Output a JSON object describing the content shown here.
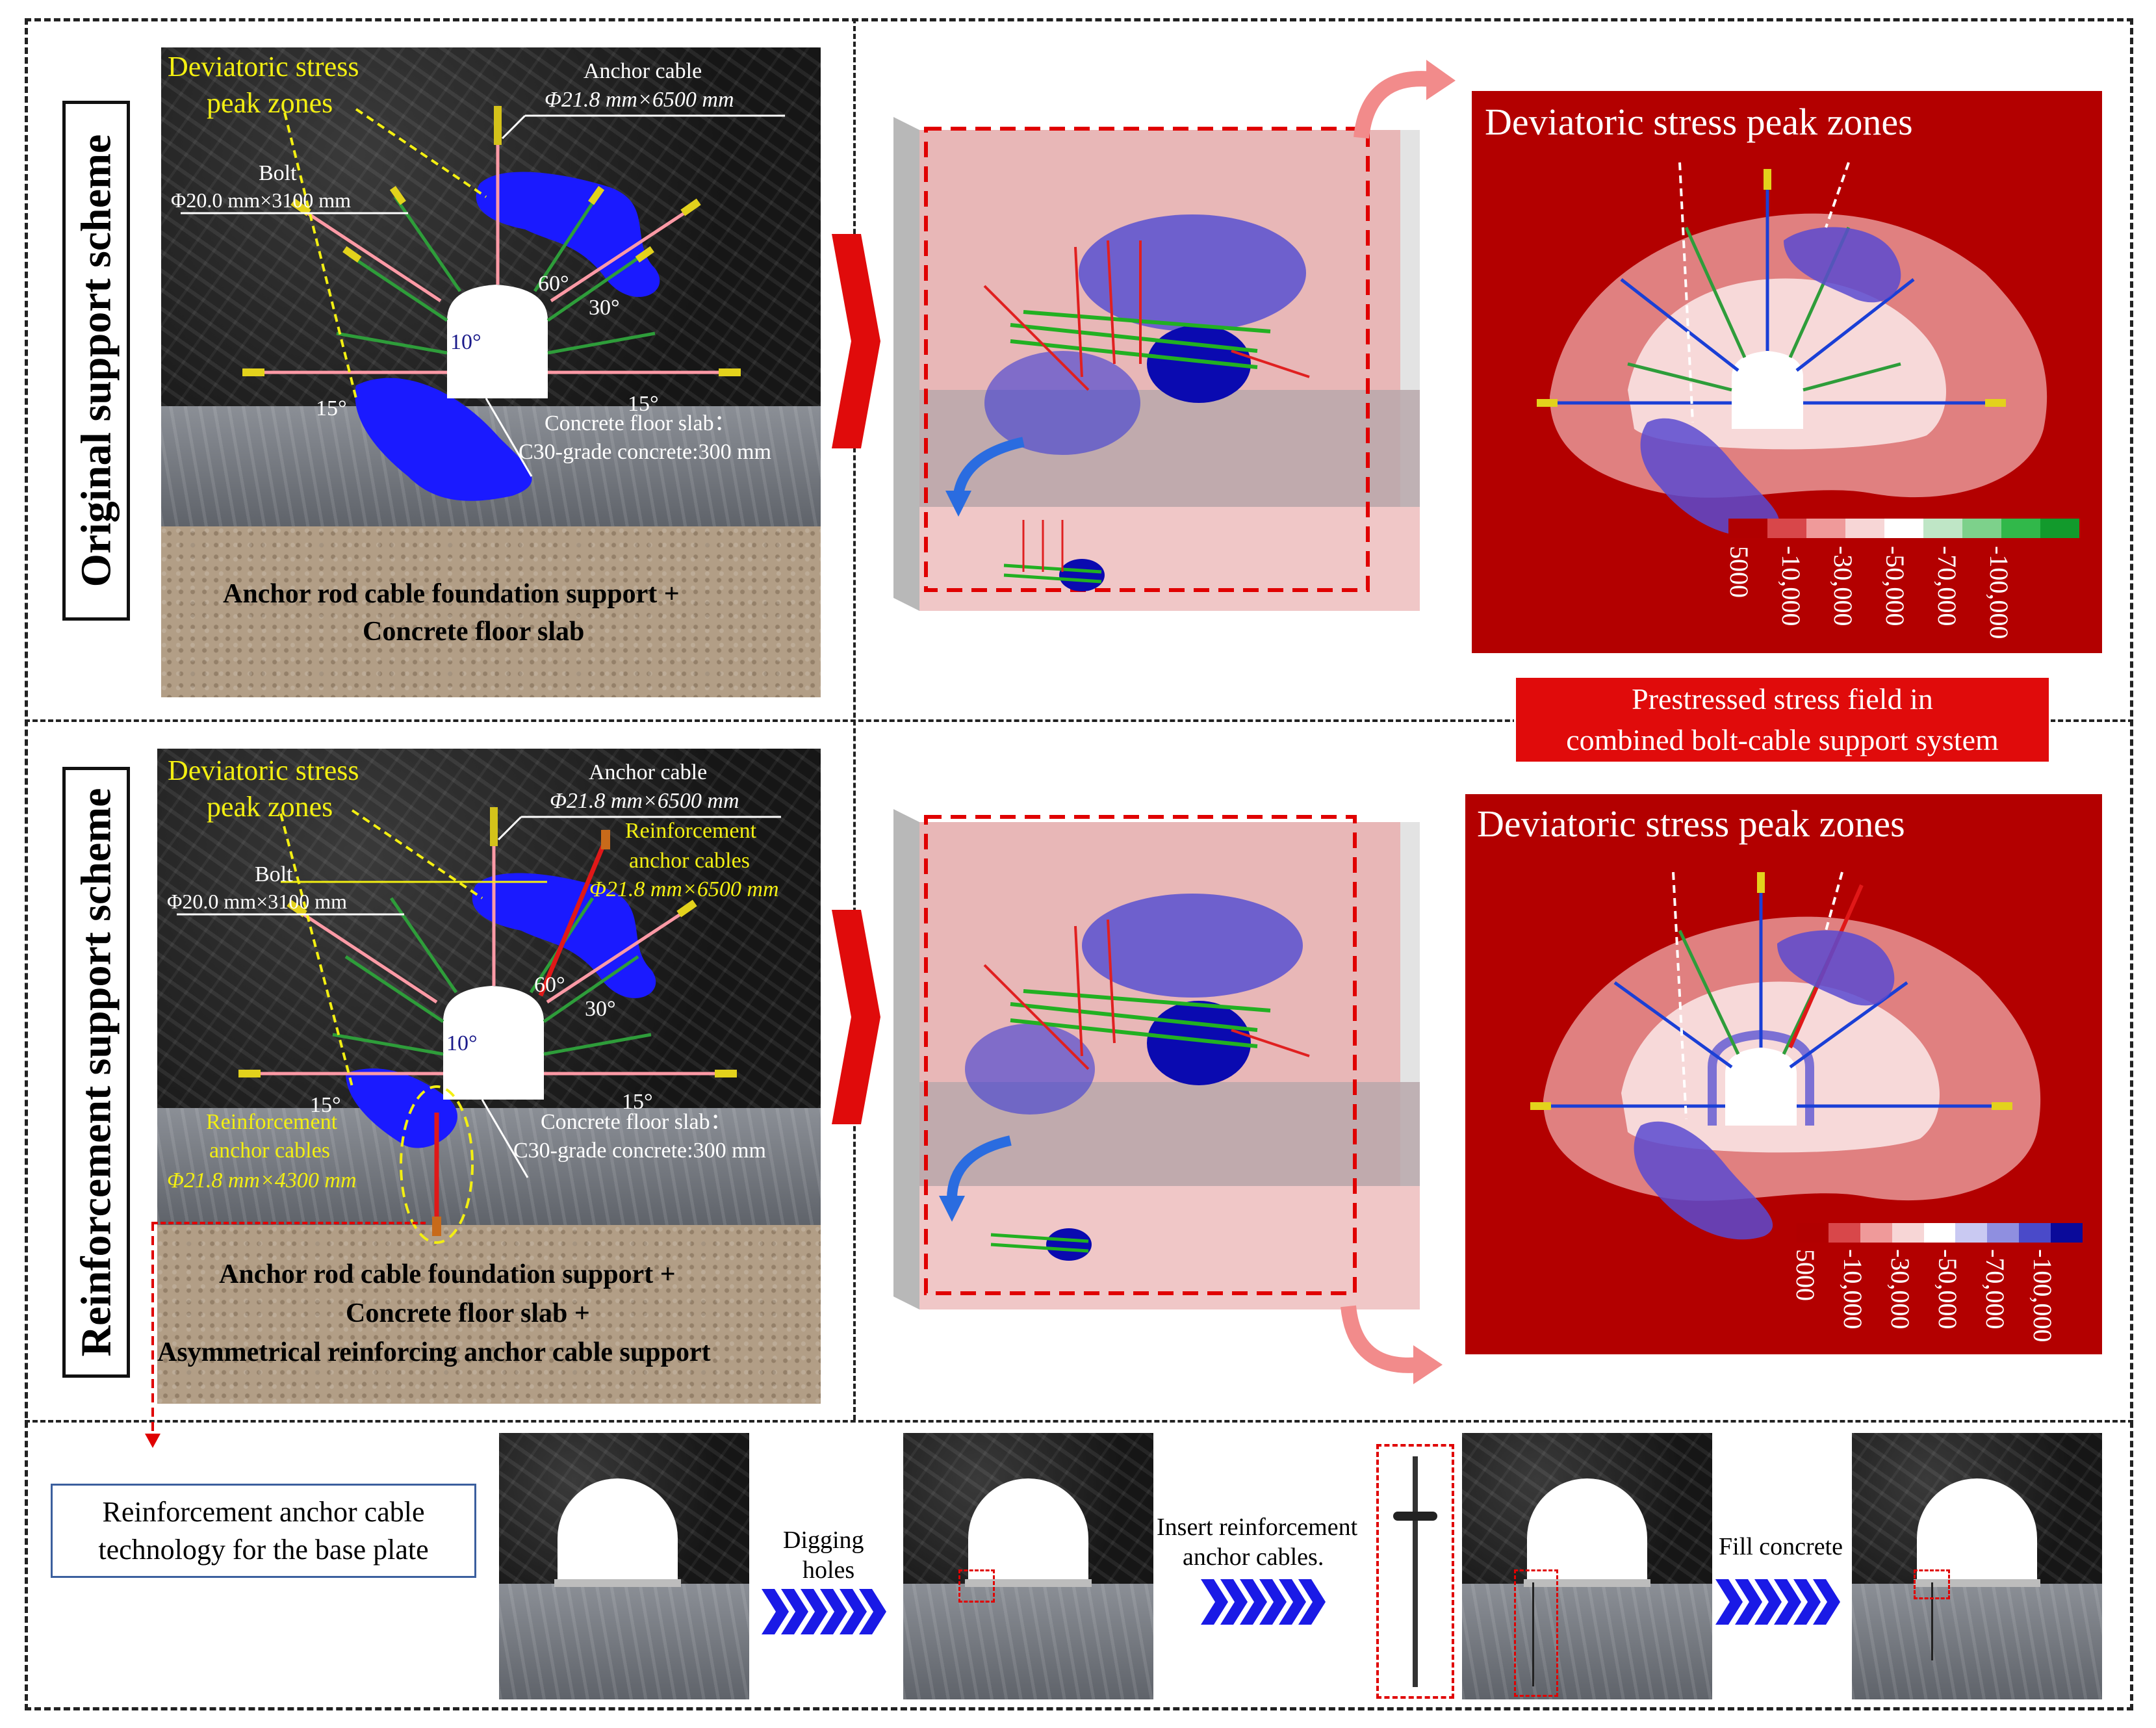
{
  "sections": {
    "original_label": "Original support scheme",
    "reinforcement_label": "Reinforcement support scheme"
  },
  "original": {
    "deviatoric_label_line1": "Deviatoric stress",
    "deviatoric_label_line2": "peak zones",
    "anchor_cable_title": "Anchor cable",
    "anchor_cable_spec": "Φ21.8 mm×6500 mm",
    "bolt_title": "Bolt",
    "bolt_spec": "Φ20.0 mm×3100 mm",
    "angle_60": "60°",
    "angle_30": "30°",
    "angle_10": "10°",
    "angle_15_left": "15°",
    "angle_15_right": "15°",
    "floor_slab_line1": "Concrete floor slab：",
    "floor_slab_line2": "C30-grade concrete:300 mm",
    "caption_line1": "Anchor rod cable foundation support +",
    "caption_line2": "Concrete floor slab"
  },
  "reinforcement": {
    "deviatoric_label_line1": "Deviatoric stress",
    "deviatoric_label_line2": "peak zones",
    "anchor_cable_title": "Anchor cable",
    "anchor_cable_spec": "Φ21.8 mm×6500 mm",
    "reinf_cable_title_line1": "Reinforcement",
    "reinf_cable_title_line2": "anchor cables",
    "reinf_cable_spec": "Φ21.8 mm×6500 mm",
    "bolt_title": "Bolt",
    "bolt_spec": "Φ20.0 mm×3100 mm",
    "angle_60": "60°",
    "angle_30": "30°",
    "angle_10": "10°",
    "angle_15_left": "15°",
    "angle_15_right": "15°",
    "floor_slab_line1": "Concrete floor slab：",
    "floor_slab_line2": "C30-grade concrete:300 mm",
    "floor_cable_line1": "Reinforcement",
    "floor_cable_line2": "anchor cables",
    "floor_cable_spec": "Φ21.8 mm×4300 mm",
    "caption_line1": "Anchor rod cable foundation support +",
    "caption_line2": "Concrete floor slab +",
    "caption_line3": "Asymmetrical reinforcing anchor cable support"
  },
  "stress_field": {
    "top_title": "Deviatoric stress peak zones",
    "bottom_title": "Deviatoric stress peak zones",
    "legend_ticks": [
      "5000",
      "-10,000",
      "-30,000",
      "-50,000",
      "-70,000",
      "-100,000"
    ],
    "top_legend_colors": [
      "#b10000",
      "#d8474a",
      "#ef9a9a",
      "#f7d6d6",
      "#ffffff",
      "#bfe6c6",
      "#7dd18b",
      "#31b84a",
      "#129a2c"
    ],
    "bottom_legend_colors": [
      "#b10000",
      "#d8474a",
      "#ef9a9a",
      "#f7d6d6",
      "#ffffff",
      "#c9c9f2",
      "#8f8fe0",
      "#4a4ac9",
      "#0a0a9a"
    ],
    "caption_line1": "Prestressed stress field in",
    "caption_line2": "combined bolt-cable support system"
  },
  "process": {
    "tech_label_line1": "Reinforcement anchor cable",
    "tech_label_line2": "technology for the base plate",
    "step1_line1": "Digging",
    "step1_line2": "holes",
    "step2_line1": "Insert reinforcement",
    "step2_line2": "anchor cables.",
    "step3": "Fill concrete"
  },
  "colors": {
    "stress_bg": "#b30000",
    "peak_zone": "#1a1aff",
    "annotation_yellow": "#f3ef12",
    "dashed_red": "#e00000",
    "chevron_blue": "#1a1ae6"
  }
}
